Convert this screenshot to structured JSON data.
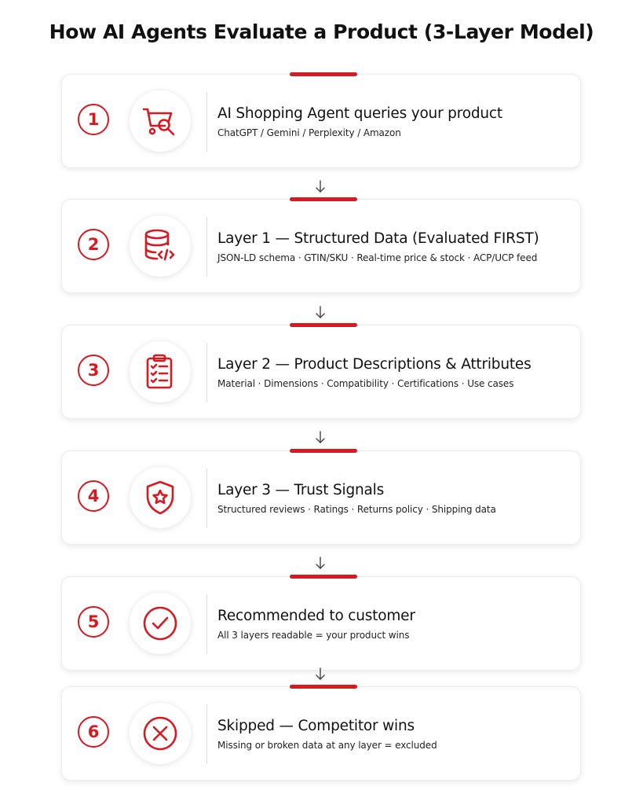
{
  "title": "How AI Agents Evaluate a Product (3-Layer Model)",
  "accent_color": "#d71920",
  "steps": [
    {
      "number": "1",
      "icon": "shopping-cart-search-icon",
      "heading": "AI Shopping Agent queries your product",
      "detail": "ChatGPT / Gemini / Perplexity / Amazon"
    },
    {
      "number": "2",
      "icon": "database-code-icon",
      "heading": "Layer 1 — Structured Data (Evaluated FIRST)",
      "detail": "JSON-LD schema · GTIN/SKU · Real-time price & stock · ACP/UCP feed"
    },
    {
      "number": "3",
      "icon": "clipboard-checklist-icon",
      "heading": "Layer 2 — Product Descriptions & Attributes",
      "detail": "Material · Dimensions · Compatibility · Certifications · Use cases"
    },
    {
      "number": "4",
      "icon": "shield-star-icon",
      "heading": "Layer 3 — Trust Signals",
      "detail": "Structured reviews · Ratings · Returns policy · Shipping data"
    },
    {
      "number": "5",
      "icon": "check-circle-icon",
      "heading": "Recommended to customer",
      "detail": "All 3 layers readable = your product wins"
    },
    {
      "number": "6",
      "icon": "x-circle-icon",
      "heading": "Skipped — Competitor wins",
      "detail": "Missing or broken data at any layer = excluded"
    }
  ]
}
